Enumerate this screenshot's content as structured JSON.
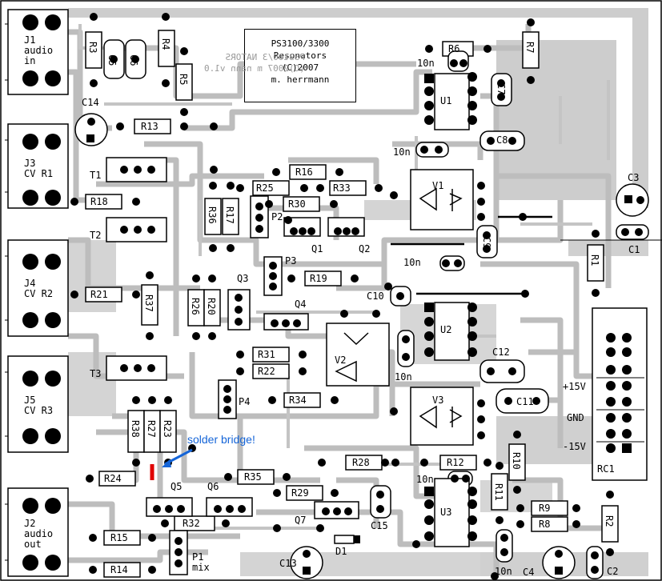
{
  "credit": {
    "line1": "PS3100/3300",
    "line2": "Resonators",
    "line3": "(C)2007",
    "line4": "m. herrmann"
  },
  "mirrored_text": {
    "line1": "PS3100/3 NATORS",
    "line2": "(C)2007 m nann v1.0"
  },
  "annotation": "solder bridge!",
  "connectors": {
    "j1": [
      "J1",
      "audio",
      "in"
    ],
    "j3": [
      "J3",
      "CV R1"
    ],
    "j4": [
      "J4",
      "CV R2"
    ],
    "j5": [
      "J5",
      "CV R3"
    ],
    "j2": [
      "J2",
      "audio",
      "out"
    ],
    "rc1": "RC1",
    "p1": [
      "P1",
      "mix"
    ]
  },
  "power_labels": [
    "+15V",
    "GND",
    "-15V"
  ],
  "resistors": [
    "R3",
    "R4",
    "R5",
    "R6",
    "R7",
    "R13",
    "R16",
    "R25",
    "R33",
    "R30",
    "R36",
    "R17",
    "R18",
    "R19",
    "R21",
    "R37",
    "R26",
    "R20",
    "R31",
    "R22",
    "R34",
    "R38",
    "R27",
    "R23",
    "R24",
    "R28",
    "R35",
    "R29",
    "R12",
    "R10",
    "R11",
    "R9",
    "R8",
    "R2",
    "R1",
    "R15",
    "R14",
    "R32"
  ],
  "capacitors": [
    "C5",
    "C6",
    "C14",
    "C7",
    "C8",
    "C3",
    "C1",
    "C9",
    "C10",
    "C12",
    "C11",
    "C13",
    "C15",
    "C4",
    "C2"
  ],
  "ten_n": "10n",
  "components": [
    "U1",
    "U2",
    "U3",
    "V1",
    "V2",
    "V3",
    "T1",
    "T2",
    "T3",
    "P2",
    "P3",
    "P4",
    "Q1",
    "Q2",
    "Q3",
    "Q4",
    "Q5",
    "Q6",
    "Q7",
    "D1"
  ],
  "colors": {
    "trace": "#cccccc",
    "copper_fill": "#c8c8c8",
    "silkscreen": "#000000",
    "annotation": "#1565d8",
    "bridge": "#e00000"
  }
}
